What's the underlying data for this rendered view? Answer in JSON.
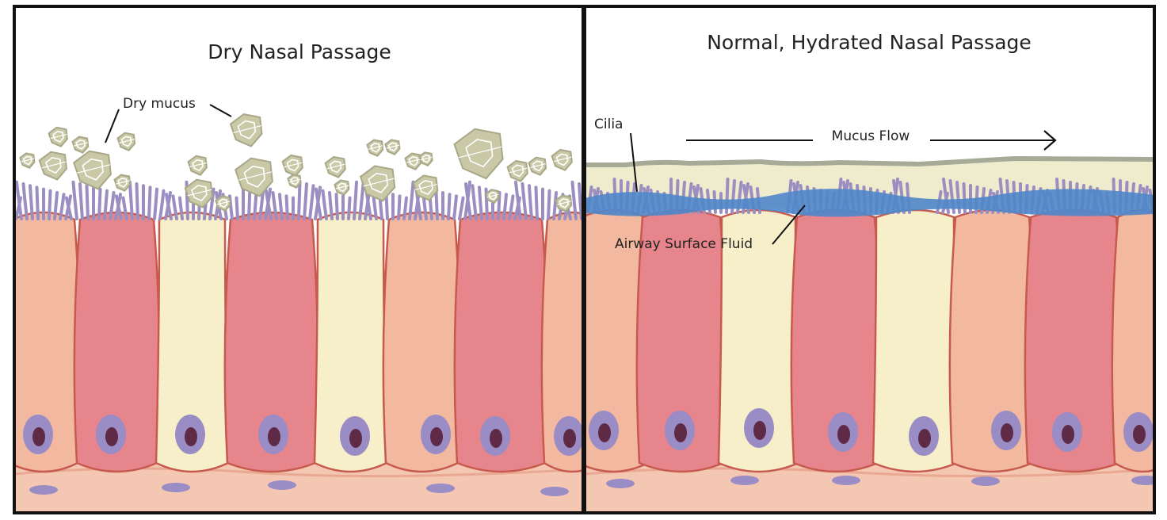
{
  "panels": {
    "left": {
      "title": "Dry Nasal Passage",
      "dry_mucus_label": "Dry mucus"
    },
    "right": {
      "title": "Normal, Hydrated Nasal Passage",
      "cilia_label": "Cilia",
      "mucus_flow_label": "Mucus Flow",
      "asf_label": "Airway Surface Fluid"
    }
  },
  "colors": {
    "border": "#111111",
    "cell_pink_dark": "#e7858c",
    "cell_pink_light": "#f3b8a0",
    "cell_cream": "#f6efc9",
    "cell_outline": "#c75a4e",
    "nucleus_outer": "#9a8cc4",
    "nucleus_inner": "#5e2a45",
    "cilia": "#9b8fc2",
    "dry_mucus": "#c9c9a8",
    "dry_mucus_stroke": "#a8a888",
    "mucus_layer": "#efeccd",
    "mucus_outline": "#a6ab98",
    "surface_fluid": "#4f86c9",
    "basal_tissue": "#f4c7b2"
  },
  "icons": [
    "dry-mucus-crystal-icon",
    "cilia-icon",
    "mucus-flow-arrow-icon",
    "cell-nucleus-icon"
  ]
}
